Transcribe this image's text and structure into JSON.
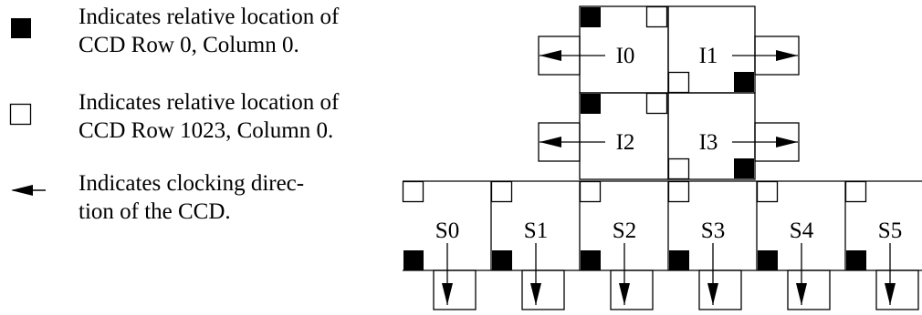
{
  "legend": [
    {
      "symbol": "filled-square",
      "lines": [
        "Indicates relative location of",
        "CCD Row 0, Column 0."
      ]
    },
    {
      "symbol": "open-square",
      "lines": [
        "Indicates relative location of",
        "CCD Row 1023, Column 0."
      ]
    },
    {
      "symbol": "left-arrow",
      "lines": [
        "Indicates clocking direc-",
        "tion of the CCD."
      ]
    }
  ],
  "imaging_array": {
    "chips": [
      {
        "label": "I0",
        "clock_direction": "left"
      },
      {
        "label": "I1",
        "clock_direction": "right"
      },
      {
        "label": "I2",
        "clock_direction": "left"
      },
      {
        "label": "I3",
        "clock_direction": "right"
      }
    ]
  },
  "spectroscopic_array": {
    "chips": [
      {
        "label": "S0",
        "clock_direction": "down"
      },
      {
        "label": "S1",
        "clock_direction": "down"
      },
      {
        "label": "S2",
        "clock_direction": "down"
      },
      {
        "label": "S3",
        "clock_direction": "down"
      },
      {
        "label": "S4",
        "clock_direction": "down"
      },
      {
        "label": "S5",
        "clock_direction": "down"
      }
    ]
  }
}
